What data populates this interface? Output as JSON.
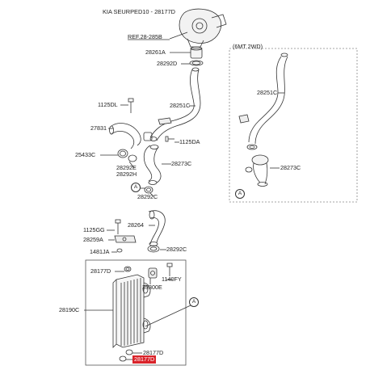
{
  "header": {
    "title": "KIA SEURPED10 - 28177D"
  },
  "reference": {
    "label": "REF.28-285B"
  },
  "variant_box": {
    "label": "(6MT 2WD)"
  },
  "callouts": {
    "c28261A": "28261A",
    "c28292D": "28292D",
    "c1125DL": "1125DL",
    "c28251C": "28251C",
    "c27831": "27831",
    "c1125DA": "1125DA",
    "c25433C": "25433C",
    "c28292E": "28292E",
    "c28292H": "28292H",
    "c28273C": "28273C",
    "c28292C_top": "28292C",
    "c28264": "28264",
    "c1125GG": "1125GG",
    "c28259A": "28259A",
    "c28292C_mid": "28292C",
    "c1481JA": "1481JA",
    "c28177D_top": "28177D",
    "c1140FY": "1140FY",
    "c39300E": "39300E",
    "c28190C": "28190C",
    "c28177D_bottom": "28177D",
    "c28177D_selected": "28177D",
    "c28251C_alt": "28251C",
    "c28273C_alt": "28273C"
  },
  "markers": {
    "a": "A"
  },
  "colors": {
    "line": "#333333",
    "highlight": "#d9232a",
    "dash": "#888888"
  }
}
